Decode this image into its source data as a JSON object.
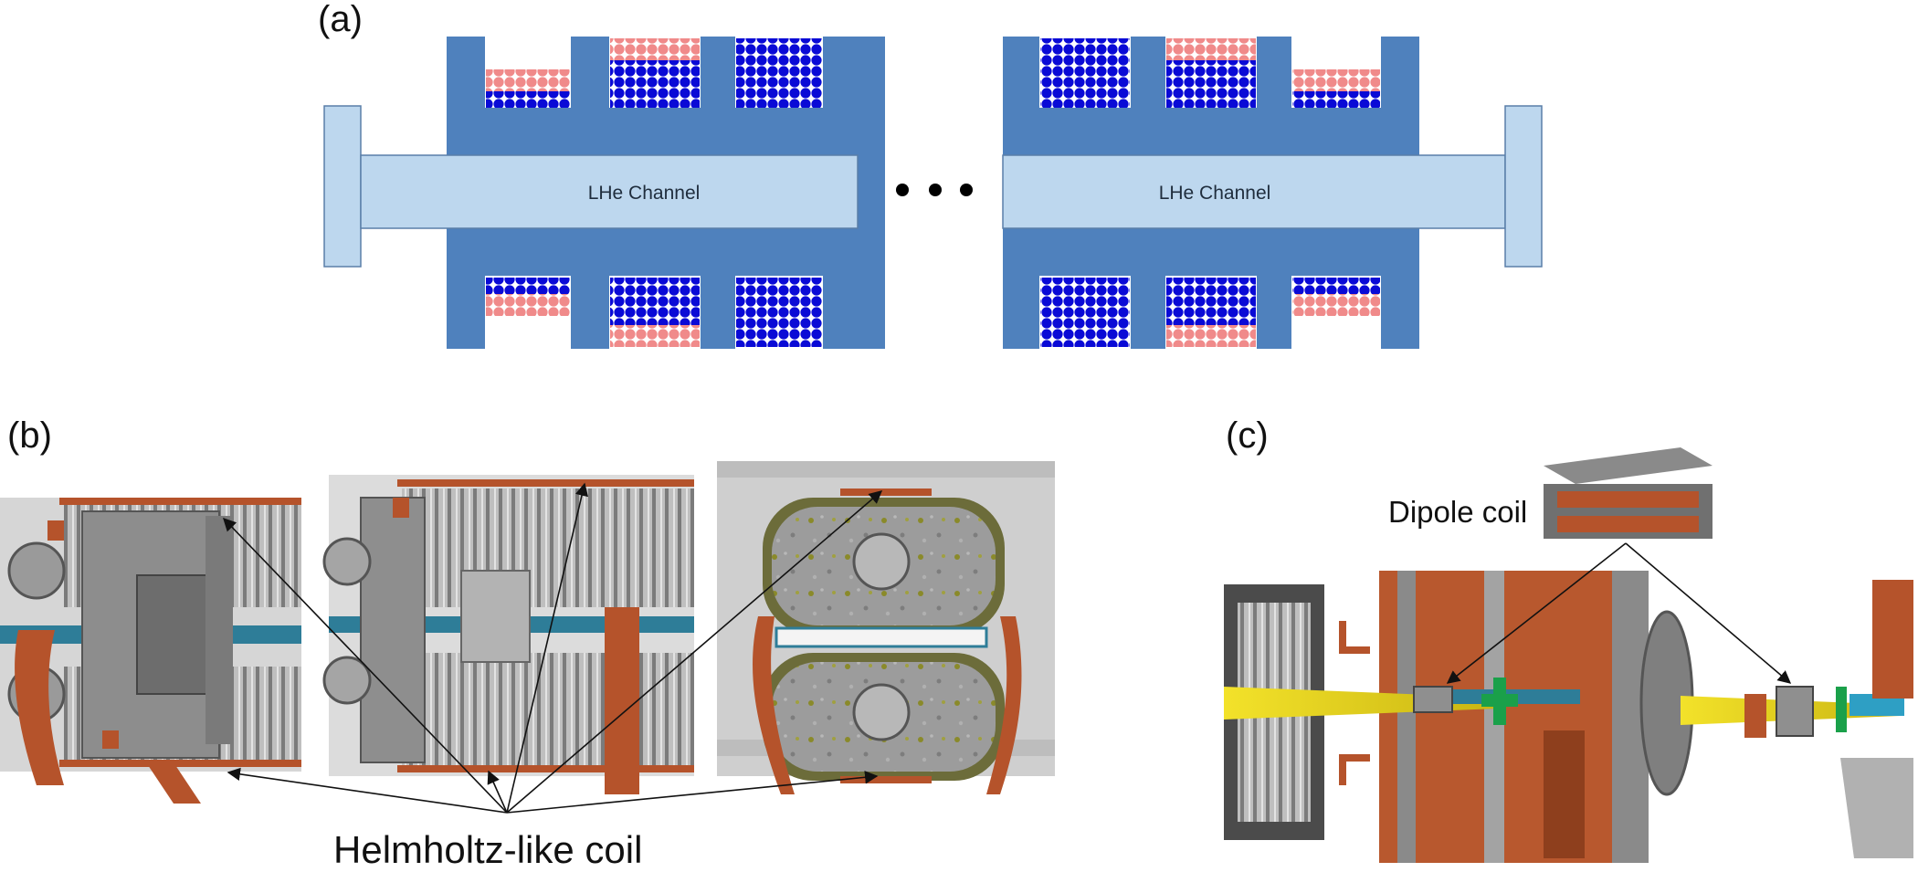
{
  "panels": {
    "a": {
      "label": "(a)",
      "channel_label_left": "LHe Channel",
      "channel_label_right": "LHe Channel",
      "ellipsis_icon": "ellipsis-dots-icon"
    },
    "b": {
      "label": "(b)",
      "callout": "Helmholtz-like coil"
    },
    "c": {
      "label": "(c)",
      "callout": "Dipole coil"
    }
  },
  "colors": {
    "yoke": "#4f81bd",
    "channel": "#bdd7ee",
    "coil_blue": "#0a0ad6",
    "coil_pink": "#f08a8a",
    "copper": "#b5532b",
    "steel": "#a7a7a7",
    "beam": "#e6d21a",
    "flange_green": "#1aa04a"
  }
}
